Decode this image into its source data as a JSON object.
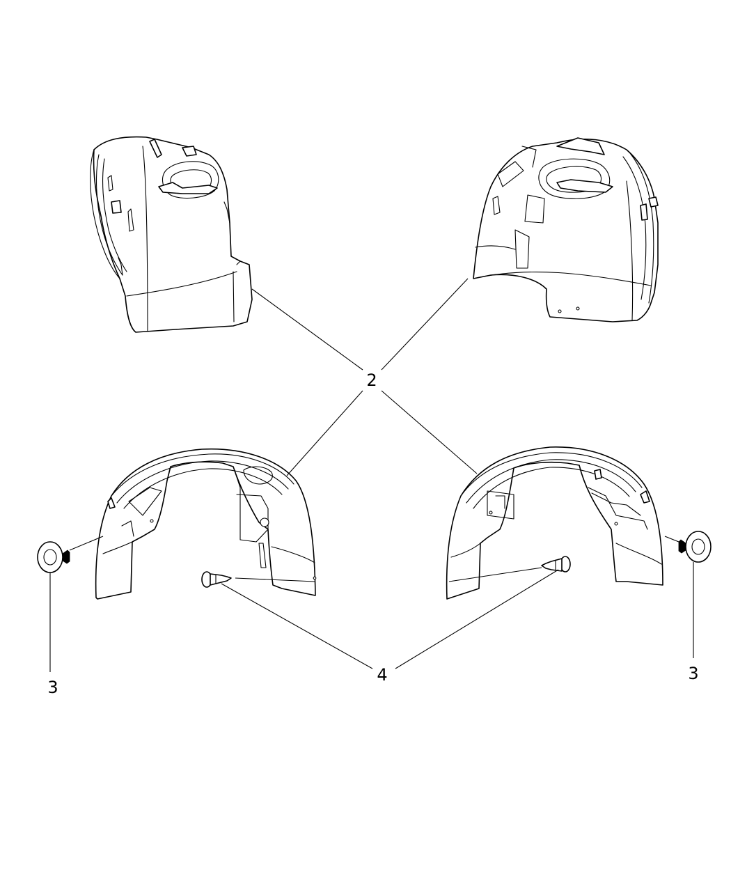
{
  "callouts": {
    "part_2": "2",
    "part_3_left": "3",
    "part_3_right": "3",
    "part_4": "4"
  },
  "colors": {
    "line": "#000000",
    "background": "#ffffff"
  }
}
